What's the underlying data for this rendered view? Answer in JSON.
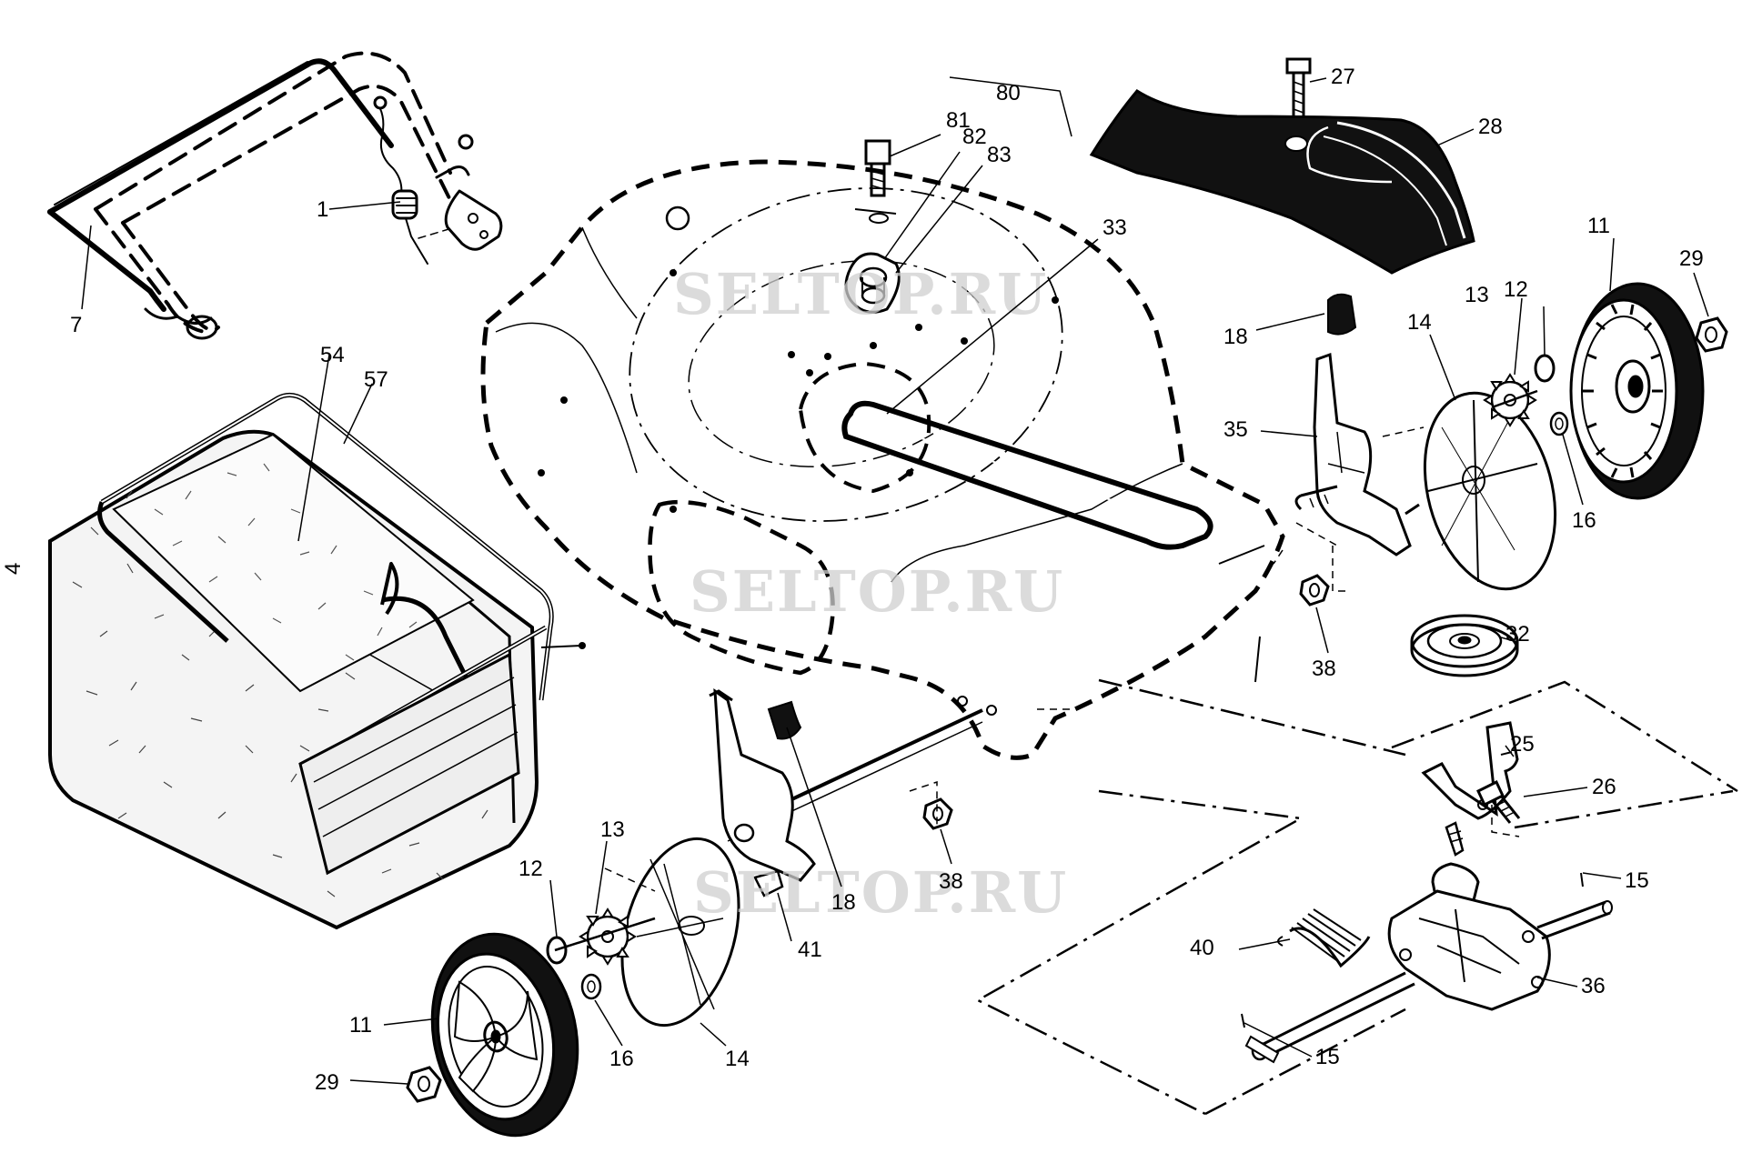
{
  "diagram": {
    "watermark": "SELTOP.RU",
    "callouts": {
      "c1": "1",
      "c4": "4",
      "c7": "7",
      "c11a": "11",
      "c11b": "11",
      "c12a": "12",
      "c12b": "12",
      "c13a": "13",
      "c13b": "13",
      "c14a": "14",
      "c14b": "14",
      "c15a": "15",
      "c15b": "15",
      "c16a": "16",
      "c16b": "16",
      "c18a": "18",
      "c18b": "18",
      "c25": "25",
      "c26": "26",
      "c27": "27",
      "c28": "28",
      "c29a": "29",
      "c29b": "29",
      "c32": "32",
      "c33": "33",
      "c35": "35",
      "c36": "36",
      "c38a": "38",
      "c38b": "38",
      "c40": "40",
      "c41": "41",
      "c54": "54",
      "c57": "57",
      "c80": "80",
      "c81": "81",
      "c82": "82",
      "c83": "83"
    }
  }
}
